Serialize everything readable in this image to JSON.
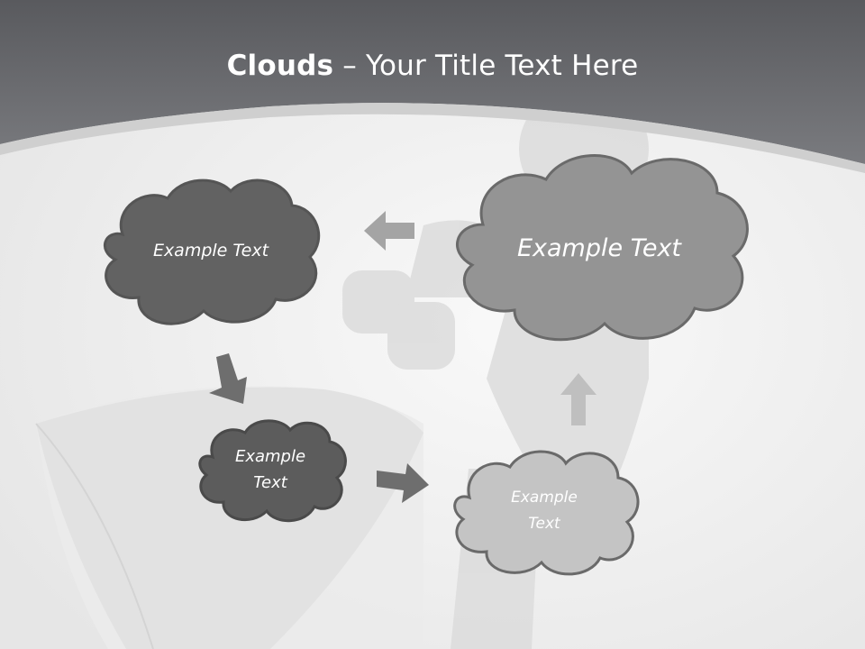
{
  "title": {
    "bold": "Clouds",
    "separator": " – ",
    "rest": "Your Title Text Here"
  },
  "clouds": [
    {
      "label": "Example Text",
      "fill": "#626262"
    },
    {
      "label": "Example Text",
      "fill": "#949494"
    },
    {
      "label": "Example Text",
      "fill": "#5c5c5c"
    },
    {
      "label": "Example Text",
      "fill": "#c4c4c4"
    }
  ],
  "colors": {
    "header": "#6b6c70",
    "arrow": "#6e6e6e",
    "cloud_stroke": "#555555"
  }
}
